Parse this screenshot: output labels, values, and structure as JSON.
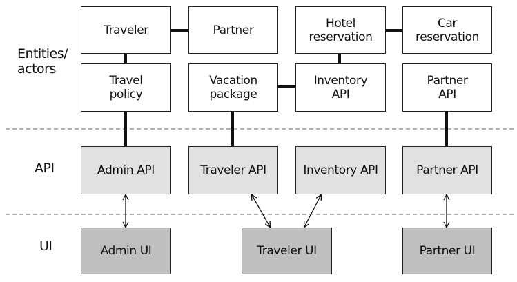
{
  "labels": {
    "entities": "Entities/\nactors",
    "api": "API",
    "ui": "UI"
  },
  "entities": {
    "traveler": "Traveler",
    "partner": "Partner",
    "hotel_reservation": "Hotel\nreservation",
    "car_reservation": "Car\nreservation",
    "travel_policy": "Travel\npolicy",
    "vacation_package": "Vacation\npackage",
    "inventory_api": "Inventory\nAPI",
    "partner_api": "Partner\nAPI"
  },
  "apis": {
    "admin": "Admin API",
    "traveler": "Traveler API",
    "inventory": "Inventory API",
    "partner": "Partner API"
  },
  "uis": {
    "admin": "Admin UI",
    "traveler": "Traveler UI",
    "partner": "Partner UI"
  },
  "colors": {
    "entity_fill": "#ffffff",
    "api_fill": "#e1e1e1",
    "ui_fill": "#bfbfbf",
    "line": "#111111"
  }
}
